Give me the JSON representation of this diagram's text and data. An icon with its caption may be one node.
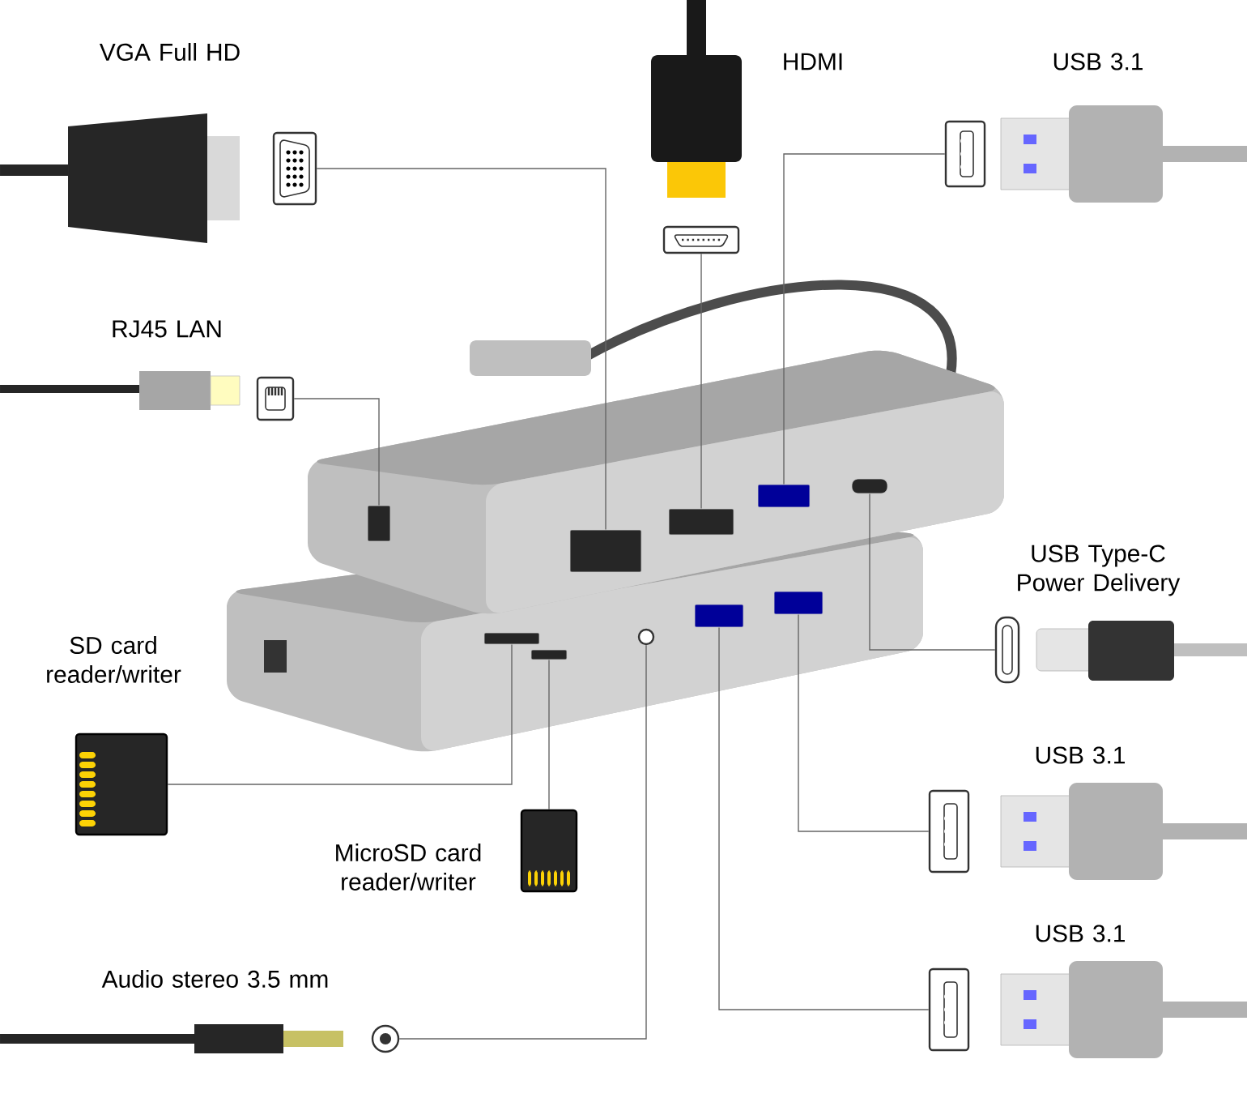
{
  "diagram": {
    "nodes": [
      {
        "text": [],
        "shape": "picture",
        "beside": [
          "VGA Full HD"
        ]
      },
      {
        "text": [],
        "shape": "picture"
      },
      {
        "text": [],
        "shape": "picture",
        "beside": [
          "USB 3.1"
        ]
      },
      {
        "text": [],
        "shape": "picture",
        "beside": [
          "RJ45 LAN"
        ]
      },
      {
        "text": [],
        "shape": "picture",
        "beside": [
          "USB Type-C Power Delivery"
        ]
      },
      {
        "text": [],
        "shape": "picture",
        "beside": [
          "SD card reader/writer"
        ]
      },
      {
        "text": [],
        "shape": "picture",
        "beside": [
          "MicroSD card reader/writer"
        ]
      },
      {
        "text": [],
        "shape": "picture",
        "beside": [
          "USB 3.1"
        ]
      },
      {
        "text": [],
        "shape": "picture",
        "beside": [
          "USB 3.1"
        ]
      },
      {
        "text": [],
        "shape": "circle",
        "beside": [
          "Audio stereo 3.5 mm"
        ]
      },
      {
        "text": [],
        "shape": "box"
      },
      {
        "text": [],
        "shape": "box"
      },
      {
        "text": [],
        "shape": "box"
      },
      {
        "text": [],
        "shape": "box"
      },
      {
        "text": [],
        "shape": "box"
      },
      {
        "text": [],
        "shape": "box"
      },
      {
        "text": [],
        "shape": "box"
      },
      {
        "text": [],
        "shape": "box"
      },
      {
        "text": [],
        "shape": "box"
      },
      {
        "text": [],
        "shape": "circle"
      }
    ],
    "edges": [
      {
        "from": 0,
        "to": 10,
        "arrow": "none"
      },
      {
        "from": 1,
        "to": 11,
        "arrow": "none"
      },
      {
        "from": 2,
        "to": 12,
        "arrow": "none"
      },
      {
        "from": 3,
        "to": 13,
        "arrow": "none"
      },
      {
        "from": 4,
        "to": 14,
        "arrow": "none"
      },
      {
        "from": 5,
        "to": 15,
        "arrow": "none"
      },
      {
        "from": 6,
        "to": 16,
        "arrow": "none"
      },
      {
        "from": 7,
        "to": 17,
        "arrow": "none"
      },
      {
        "from": 8,
        "to": 18,
        "arrow": "none"
      },
      {
        "from": 9,
        "to": 19,
        "arrow": "none"
      }
    ],
    "labels": [
      "HDMI"
    ]
  }
}
